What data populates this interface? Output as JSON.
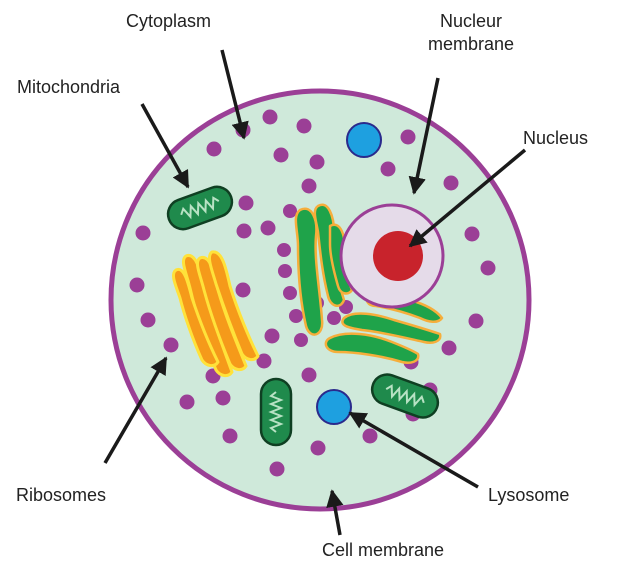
{
  "labels": {
    "cytoplasm": "Cytoplasm",
    "nuclear_membrane_line1": "Nucleur",
    "nuclear_membrane_line2": "membrane",
    "mitochondria": "Mitochondria",
    "nucleus": "Nucleus",
    "ribosomes": "Ribosomes",
    "lysosome": "Lysosome",
    "cell_membrane": "Cell membrane"
  },
  "colors": {
    "cytoplasm_fill": "#cfe9da",
    "cell_membrane": "#9b3f96",
    "ribosome": "#9b3f96",
    "nucleus": "#c8232c",
    "nuclear_envelope_fill": "#e5dbe9",
    "lysosome": "#1ea0e0",
    "mitochondria": "#1f8a4c",
    "golgi": "#1fa34a",
    "golgi_outline": "#f6ae3b",
    "er": "#f59a1a",
    "er_outline": "#ffe23a",
    "arrow": "#1a1a1a"
  }
}
